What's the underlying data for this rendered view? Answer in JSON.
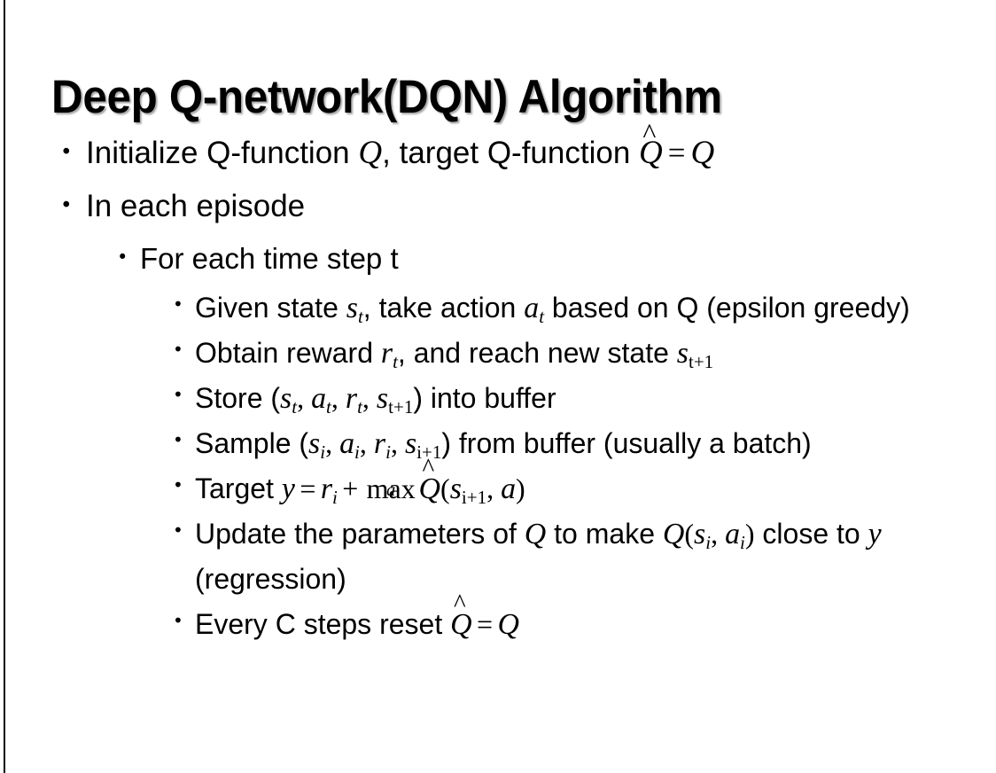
{
  "slide": {
    "title": "Deep Q-network(DQN) Algorithm",
    "background_color": "#FFFFFF",
    "text_color": "#000000",
    "bullet_glyph": "•"
  },
  "content": {
    "b1_init_pre": "Initialize Q-function ",
    "b1_init_var1": "Q",
    "b1_init_mid": ", target Q-function ",
    "b1_init_hat": "Q",
    "b1_init_eq": "=",
    "b1_init_var2": "Q",
    "b2_episode": "In each episode",
    "b3_timestep": "For each time step t",
    "b4_given_pre": "Given state ",
    "b4_given_s": "s",
    "b4_given_s_sub": "t",
    "b4_given_mid": ", take action ",
    "b4_given_a": "a",
    "b4_given_a_sub": "t",
    "b4_given_post": " based on Q (epsilon greedy)",
    "b5_obtain_pre": "Obtain reward ",
    "b5_obtain_r": "r",
    "b5_obtain_r_sub": "t",
    "b5_obtain_mid": ", and reach new state ",
    "b5_obtain_s": "s",
    "b5_obtain_s_sub": "t+1",
    "b6_store_pre": "Store (",
    "b6_store_s1": "s",
    "b6_store_s1_sub": "t",
    "b6_store_c1": ", ",
    "b6_store_a": "a",
    "b6_store_a_sub": "t",
    "b6_store_c2": ", ",
    "b6_store_r": "r",
    "b6_store_r_sub": "t",
    "b6_store_c3": ", ",
    "b6_store_s2": "s",
    "b6_store_s2_sub": "t+1",
    "b6_store_post": ") into buffer",
    "b7_sample_pre": "Sample (",
    "b7_sample_s1": "s",
    "b7_sample_s1_sub": "i",
    "b7_sample_c1": ", ",
    "b7_sample_a": "a",
    "b7_sample_a_sub": "i",
    "b7_sample_c2": ", ",
    "b7_sample_r": "r",
    "b7_sample_r_sub": "i",
    "b7_sample_c3": ", ",
    "b7_sample_s2": "s",
    "b7_sample_s2_sub": "i+1",
    "b7_sample_post": ") from buffer (usually a batch)",
    "b8_target_pre": "Target ",
    "b8_target_y": "y",
    "b8_target_eq": "=",
    "b8_target_r": "r",
    "b8_target_r_sub": "i",
    "b8_target_plus": "+",
    "b8_target_max": "max",
    "b8_target_max_lim": "a",
    "b8_target_qhat": "Q",
    "b8_target_open": "(",
    "b8_target_s": "s",
    "b8_target_s_sub": "i+1",
    "b8_target_comma": ", ",
    "b8_target_a": "a",
    "b8_target_close": ")",
    "b9_update_pre": "Update the parameters of ",
    "b9_update_q1": "Q",
    "b9_update_mid": " to make ",
    "b9_update_q2": "Q",
    "b9_update_open": "(",
    "b9_update_s": "s",
    "b9_update_s_sub": "i",
    "b9_update_comma": ", ",
    "b9_update_a": "a",
    "b9_update_a_sub": "i",
    "b9_update_close": ")",
    "b9_update_post": " close to ",
    "b9_update_y": "y",
    "b9_update_tail": " (regression)",
    "b10_reset_pre": "Every C steps reset ",
    "b10_reset_hat": "Q",
    "b10_reset_eq": "=",
    "b10_reset_q": "Q"
  }
}
